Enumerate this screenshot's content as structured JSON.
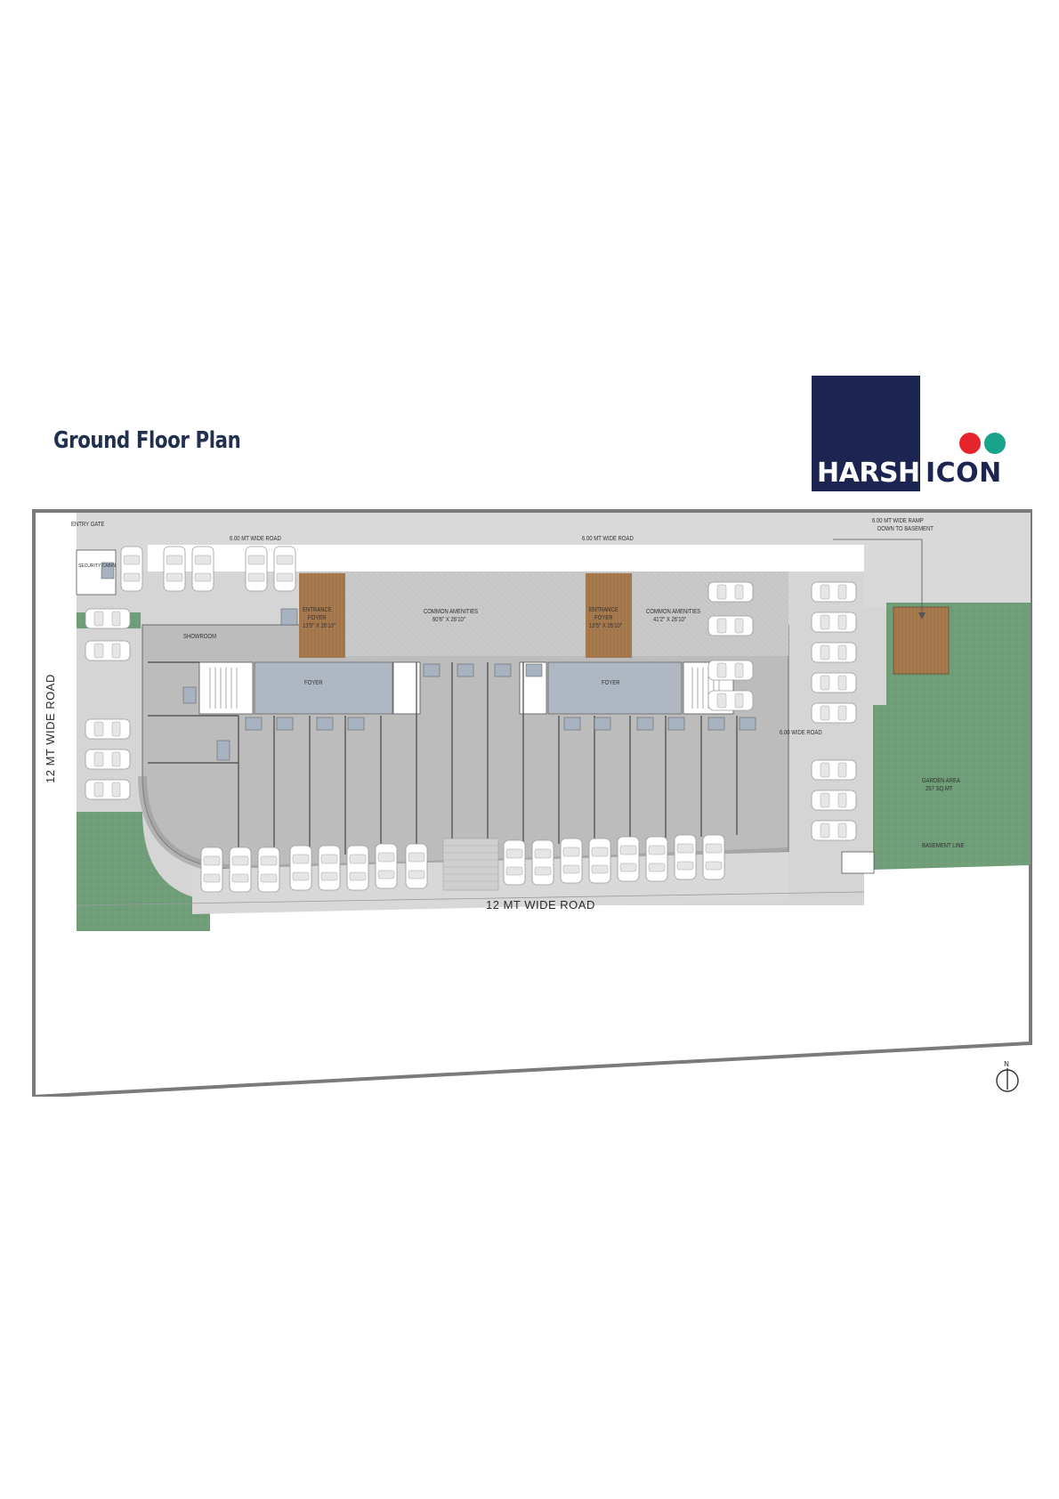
{
  "title": "Ground Floor Plan",
  "brand": {
    "word1": "HARSH",
    "word2": "ICON",
    "navy": "#1c2551",
    "red": "#e5242b",
    "green": "#1aa38b"
  },
  "roads": {
    "top_left": "6.00 MT WIDE ROAD",
    "top_right": "6.00 MT WIDE ROAD",
    "left": "12 MT WIDE ROAD",
    "bottom": "12 MT WIDE ROAD",
    "right_inner": "6.00 WIDE ROAD",
    "ramp": [
      "6.00 MT WIDE RAMP",
      "DOWN TO BASEMENT"
    ]
  },
  "labels": {
    "entry_gate": "ENTRY GATE",
    "entrance_foyer_1": [
      "ENTRANCE",
      "FOYER",
      "13'5\" X 26'10\""
    ],
    "entrance_foyer_2": [
      "ENTRANCE",
      "FOYER",
      "13'5\" X 26'10\""
    ],
    "common_amenities_1": [
      "COMMON AMENITIES",
      "60'6\" X 26'10\""
    ],
    "common_amenities_2": [
      "COMMON AMENITIES",
      "41'2\" X 26'10\""
    ],
    "garden": [
      "GARDEN AREA",
      "257 SQ.MT"
    ],
    "basement_line": "BASEMENT LINE",
    "security_cabin": "SECURITY CABIN",
    "foyer_a": "FOYER",
    "foyer_b": "FOYER",
    "showroom": "SHOWROOM"
  },
  "colors": {
    "road": "#d9d9d9",
    "floor": "#bfbfbf",
    "paving": "#c8c8c8",
    "wood": "#a4774f",
    "garden": "#6f9e78",
    "lobby": "#b3bcc6",
    "frame": "#7a7a7a"
  }
}
